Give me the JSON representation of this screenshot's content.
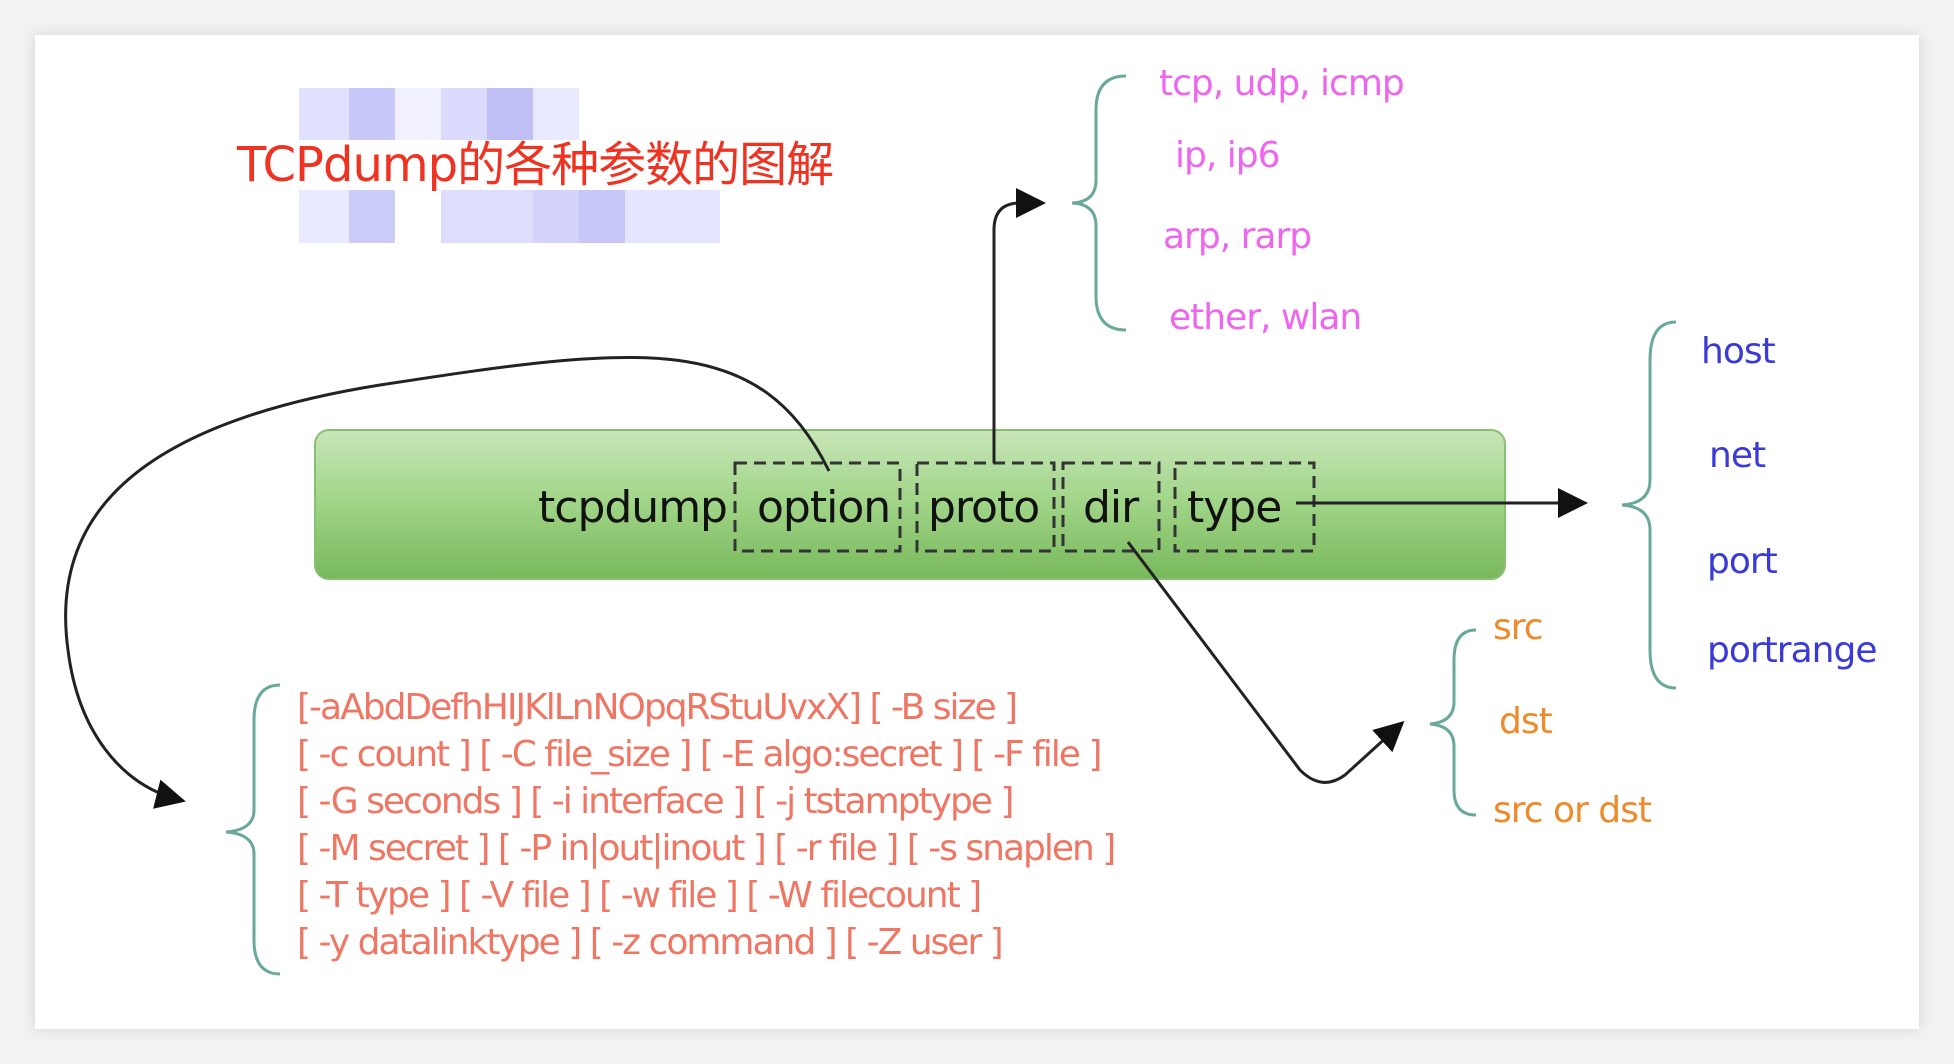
{
  "title": "TCPdump的各种参数的图解",
  "command": {
    "name": "tcpdump",
    "parts": [
      "option",
      "proto",
      "dir",
      "type"
    ]
  },
  "proto_values": [
    "tcp, udp, icmp",
    "ip, ip6",
    "arp, rarp",
    "ether, wlan"
  ],
  "type_values": [
    "host",
    "net",
    "port",
    "portrange"
  ],
  "dir_values": [
    "src",
    "dst",
    "src or dst"
  ],
  "option_lines": [
    "[-aAbdDefhHIJKlLnNOpqRStuUvxX] [ -B size ]",
    "[ -c count ] [ -C file_size ] [ -E algo:secret ] [ -F file ]",
    "[ -G seconds ] [ -i interface ] [ -j tstamptype ]",
    "[ -M secret ] [ -P in|out|inout ] [ -r file ] [ -s snaplen ]",
    "[ -T type ] [ -V file ] [ -w file ] [ -W filecount ]",
    "[ -y datalinktype ] [ -z command ] [ -Z user ]"
  ],
  "colors": {
    "proto": "#ee66ee",
    "type": "#3a3ad8",
    "dir": "#ee8a2a",
    "options": "#f07664",
    "title": "#ee3322",
    "bar": "#8cc870"
  }
}
